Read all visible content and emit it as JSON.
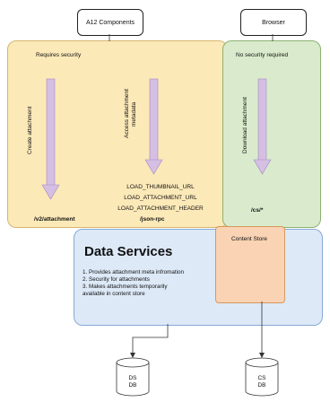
{
  "top_boxes": {
    "a12": "A12 Components",
    "browser": "Browser"
  },
  "yellow_zone": {
    "caption": "Requires security",
    "arrow_left_label": "Create attachment",
    "arrow_mid_label_1": "Access attachment",
    "arrow_mid_label_2": "metadata",
    "endpoint_left": "/v2/attachment",
    "endpoint_mid": "/json-rpc",
    "load_lines": [
      "LOAD_THUMBNAIL_URL",
      "LOAD_ATTACHMENT_URL",
      "LOAD_ATTACHMENT_HEADER"
    ]
  },
  "green_zone": {
    "caption": "No security required",
    "arrow_label": "Download attachment",
    "endpoint": "/cs/*"
  },
  "data_services": {
    "title": "Data Services",
    "items": [
      "1. Provides attachment meta infromation",
      "2. Security for attachments",
      "3. Makes attachments temporarily",
      "available in content store"
    ]
  },
  "content_store": {
    "title": "Content Store"
  },
  "databases": [
    {
      "line1": "DS",
      "line2": "DB"
    },
    {
      "line1": "CS",
      "line2": "DB"
    }
  ],
  "colors": {
    "yellow_zone": "#fce9b8",
    "green_zone": "#d9ebcc",
    "blue_zone": "#dde9f7",
    "orange_box": "#f9d3b3",
    "arrow_fill": "#d5bfe3",
    "arrow_stroke": "#a68bc0"
  }
}
